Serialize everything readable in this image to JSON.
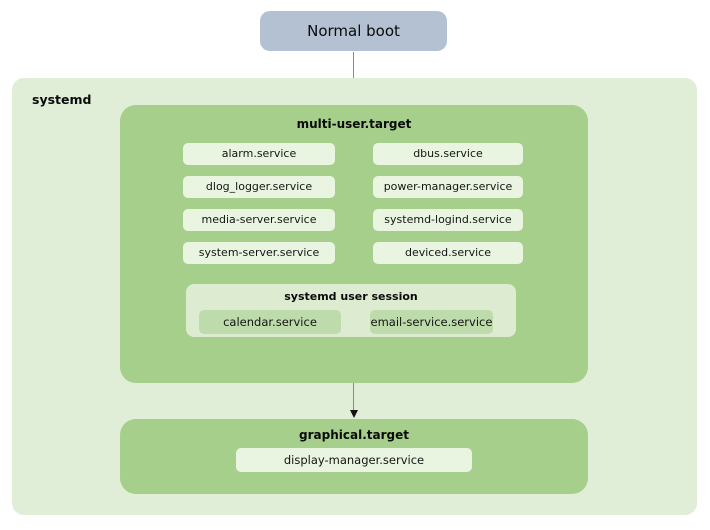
{
  "boot": {
    "label": "Normal boot"
  },
  "systemd": {
    "label": "systemd",
    "multi_user": {
      "title": "multi-user.target",
      "services": [
        "alarm.service",
        "dbus.service",
        "dlog_logger.service",
        "power-manager.service",
        "media-server.service",
        "systemd-logind.service",
        "system-server.service",
        "deviced.service"
      ],
      "user_session": {
        "title": "systemd user session",
        "services": [
          "calendar.service",
          "email-service.service"
        ]
      }
    },
    "graphical": {
      "title": "graphical.target",
      "services": [
        "display-manager.service"
      ]
    }
  },
  "colors": {
    "boot_fill": "#b4c1d3",
    "systemd_container_fill": "#e1eed7",
    "target_fill": "#a6cf8b",
    "service_chip_fill": "#eaf5e1",
    "user_session_fill": "#ddecd1",
    "session_chip_fill": "#bedcab",
    "arrow_line": "#8a8a8a",
    "arrow_head": "#141414"
  }
}
